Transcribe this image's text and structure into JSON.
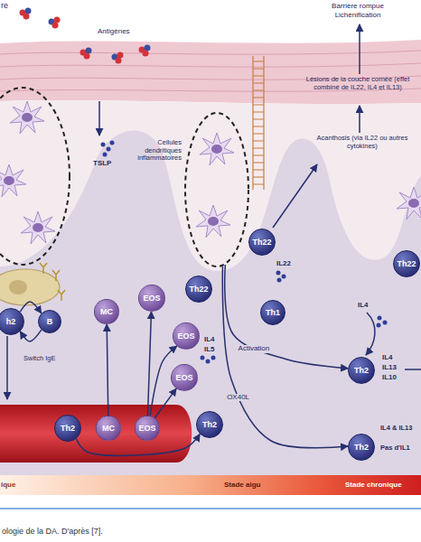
{
  "diagram": {
    "caption": "ologie de la DA. D'après [7].",
    "nodes": [
      {
        "text": [
          "Cellules dendritiques inflammatoires"
        ]
      },
      {
        "text": [
          "Th22"
        ]
      },
      {
        "text": [
          "Th22"
        ]
      },
      {
        "text": [
          "Th22"
        ]
      },
      {
        "text": [
          "Th1"
        ]
      },
      {
        "text": [
          "h2"
        ]
      },
      {
        "text": [
          "B"
        ]
      },
      {
        "text": [
          "MC"
        ]
      },
      {
        "text": [
          "EOS"
        ]
      },
      {
        "text": [
          "EOS"
        ]
      },
      {
        "text": [
          "EOS"
        ]
      },
      {
        "text": [
          "Th2"
        ]
      },
      {
        "text": [
          "MC"
        ]
      },
      {
        "text": [
          "EOS"
        ]
      },
      {
        "text": [
          "Th2"
        ]
      },
      {
        "text": [
          "Th2"
        ]
      },
      {
        "text": [
          "Th2"
        ]
      }
    ],
    "edges": [
      {
        "from": 0,
        "to": 15,
        "label": "Activation",
        "arrow": "to"
      },
      {
        "from": 0,
        "to": 16,
        "label": "OX40L",
        "arrow": "to"
      },
      {
        "from": 11,
        "to": 14,
        "arrow": "to"
      },
      {
        "from": 12,
        "to": 7,
        "arrow": "to"
      },
      {
        "from": 13,
        "to": 8,
        "arrow": "to"
      },
      {
        "from": 13,
        "to": 9,
        "arrow": "to"
      },
      {
        "from": 13,
        "to": 10,
        "arrow": "to"
      },
      {
        "from": 5,
        "to": 6,
        "arrow": "to"
      },
      {
        "from": 6,
        "to": 5,
        "arrow": "to"
      }
    ],
    "labels": [
      "re",
      "Antigènes",
      "Barrière rompue",
      "Lichénification",
      "Lésions de la couche cornée (effet combiné de IL22, IL4 et IL13)",
      "TSLP",
      "Acanthosis (via IL22 ou autres cytokines)",
      "IL22",
      "IL4",
      "Switch IgE",
      "IL4",
      "IL5",
      "IL4",
      "IL13",
      "IL10",
      "IL4 & IL13",
      "Pas d'IL1",
      "ique",
      "Stade aigu",
      "Stade chronique"
    ]
  }
}
